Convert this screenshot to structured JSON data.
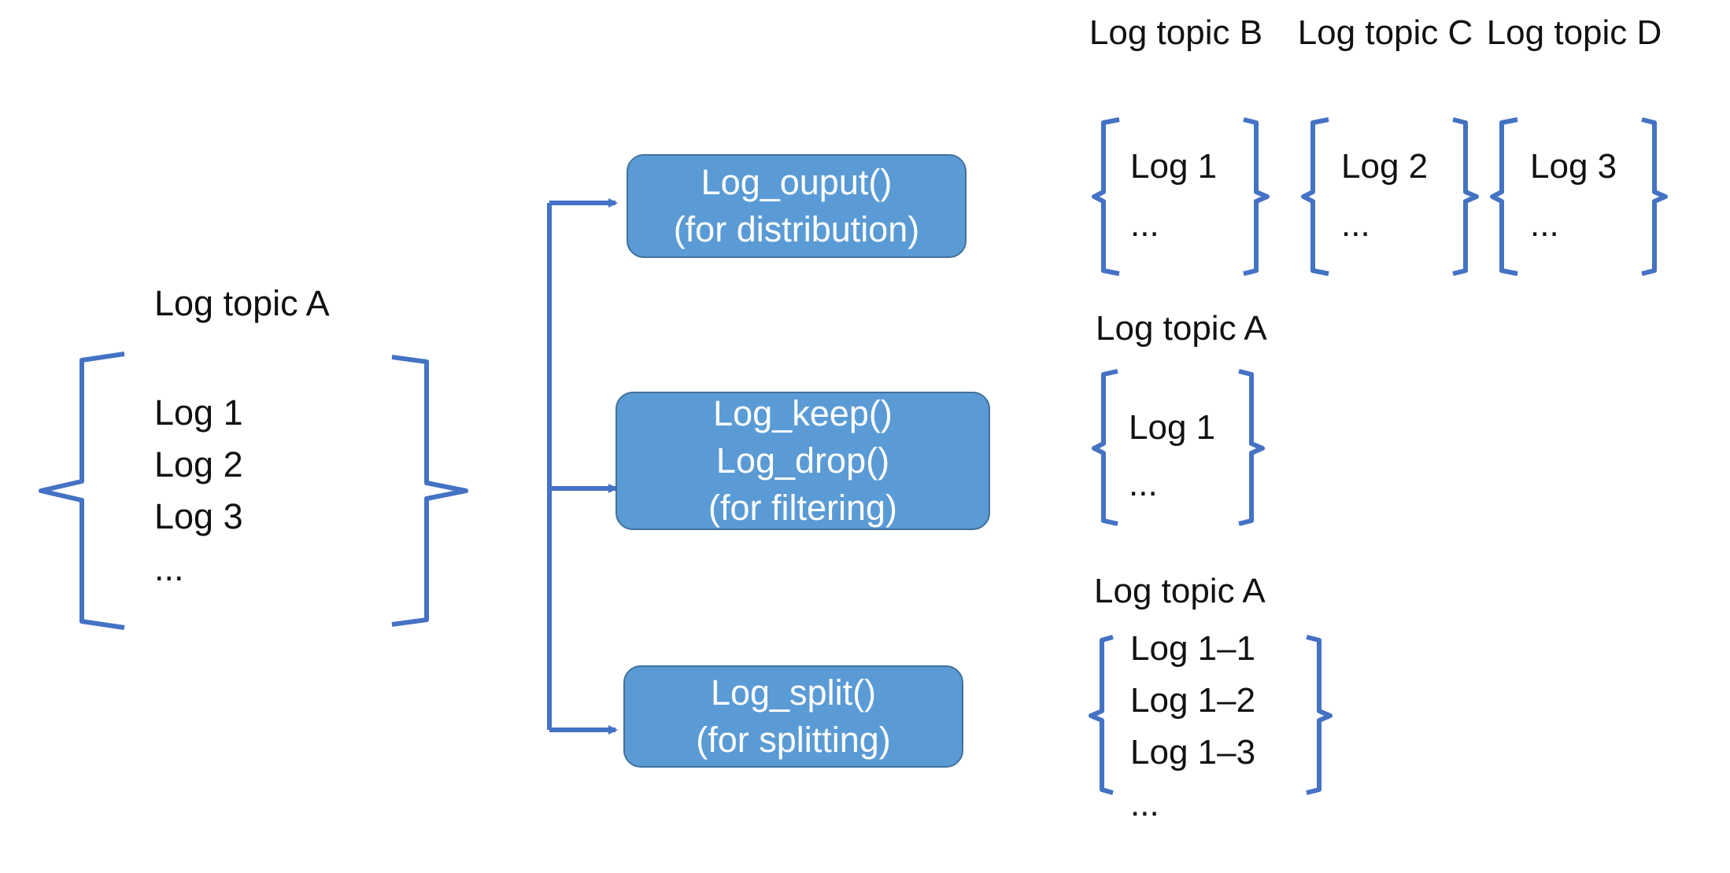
{
  "colors": {
    "bracket": "#4472c4",
    "box_fill": "#5b9bd5",
    "box_border": "#41719c",
    "text": "#111111"
  },
  "source": {
    "title": "Log topic A",
    "items": [
      "Log 1",
      "Log 2",
      "Log 3",
      "..."
    ]
  },
  "functions": {
    "output": {
      "lines": [
        "Log_ouput()",
        "(for distribution)"
      ]
    },
    "filter": {
      "lines": [
        "Log_keep()",
        "Log_drop()",
        "(for filtering)"
      ]
    },
    "split": {
      "lines": [
        "Log_split()",
        "(for splitting)"
      ]
    }
  },
  "results": {
    "distribution": [
      {
        "title": "Log topic B",
        "items": [
          "Log 1",
          "..."
        ]
      },
      {
        "title": "Log topic C",
        "items": [
          "Log 2",
          "..."
        ]
      },
      {
        "title": "Log topic D",
        "items": [
          "Log 3",
          "..."
        ]
      }
    ],
    "filtering": {
      "title": "Log topic A",
      "items": [
        "Log 1",
        "..."
      ]
    },
    "splitting": {
      "title": "Log topic A",
      "items": [
        "Log 1–1",
        "Log 1–2",
        "Log 1–3",
        "..."
      ]
    }
  }
}
